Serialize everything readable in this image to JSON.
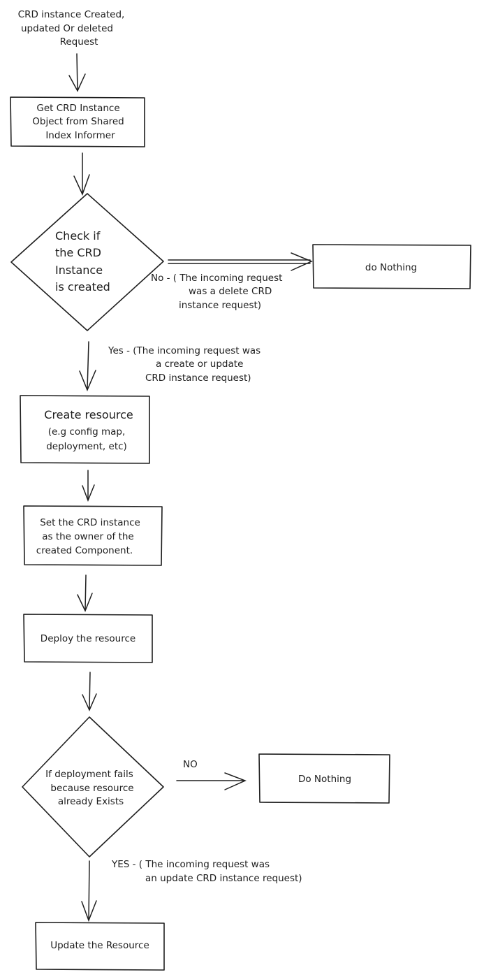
{
  "start_text": [
    "CRD instance Created,",
    "updated Or deleted",
    "Request"
  ],
  "get_object_box": [
    "Get CRD Instance",
    "Object from Shared",
    "Index Informer"
  ],
  "check_created_decision": [
    "Check if",
    "the CRD",
    "Instance",
    "is created"
  ],
  "no_branch_label": [
    "No - ( The incoming request",
    "was a delete CRD",
    "instance request)"
  ],
  "do_nothing_box_1": "do Nothing",
  "yes_branch_label": [
    "Yes - (The incoming request was",
    "a create or update",
    "CRD instance request)"
  ],
  "create_resource_box": [
    "Create resource",
    "(e.g config map,",
    "deployment, etc)"
  ],
  "set_owner_box": [
    "Set the CRD instance",
    "as the owner of the",
    "created Component."
  ],
  "deploy_box": "Deploy the resource",
  "deploy_fails_decision": [
    "If deployment fails",
    "because resource",
    "already Exists"
  ],
  "no_label_2": "NO",
  "do_nothing_box_2": "Do Nothing",
  "yes_update_label": [
    "YES - ( The incoming request was",
    "an update CRD instance request)"
  ],
  "update_resource_box": "Update the Resource"
}
